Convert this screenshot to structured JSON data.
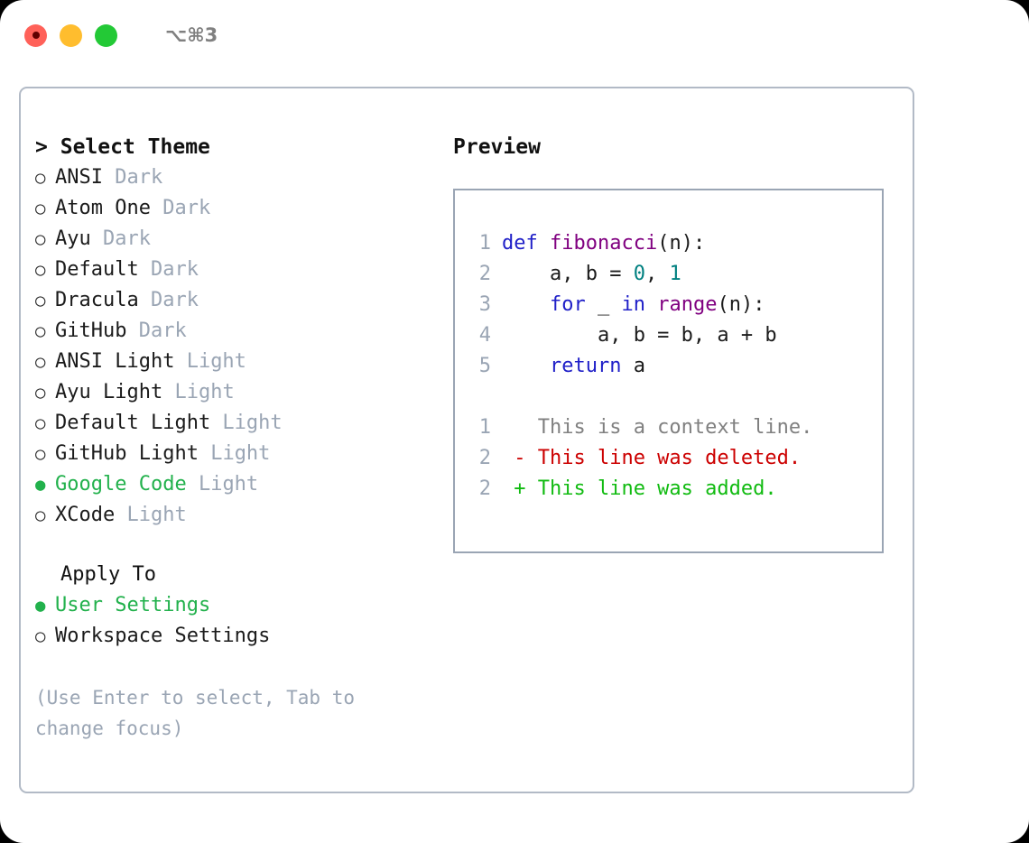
{
  "titlebar": {
    "shortcut": "⌥⌘3",
    "lights": [
      "close-light",
      "minimize-light",
      "maximize-light"
    ]
  },
  "left": {
    "heading_caret": ">",
    "heading": "Select Theme",
    "themes": [
      {
        "marker": "○",
        "name": "ANSI",
        "kind": "Dark",
        "selected": false
      },
      {
        "marker": "○",
        "name": "Atom One",
        "kind": "Dark",
        "selected": false
      },
      {
        "marker": "○",
        "name": "Ayu",
        "kind": "Dark",
        "selected": false
      },
      {
        "marker": "○",
        "name": "Default",
        "kind": "Dark",
        "selected": false
      },
      {
        "marker": "○",
        "name": "Dracula",
        "kind": "Dark",
        "selected": false
      },
      {
        "marker": "○",
        "name": "GitHub",
        "kind": "Dark",
        "selected": false
      },
      {
        "marker": "○",
        "name": "ANSI Light",
        "kind": "Light",
        "selected": false
      },
      {
        "marker": "○",
        "name": "Ayu Light",
        "kind": "Light",
        "selected": false
      },
      {
        "marker": "○",
        "name": "Default Light",
        "kind": "Light",
        "selected": false
      },
      {
        "marker": "○",
        "name": "GitHub Light",
        "kind": "Light",
        "selected": false
      },
      {
        "marker": "●",
        "name": "Google Code",
        "kind": "Light",
        "selected": true
      },
      {
        "marker": "○",
        "name": "XCode",
        "kind": "Light",
        "selected": false
      }
    ],
    "apply_to_heading": "Apply To",
    "apply_to": [
      {
        "marker": "●",
        "name": "User Settings",
        "selected": true
      },
      {
        "marker": "○",
        "name": "Workspace Settings",
        "selected": false
      }
    ],
    "hint": "(Use Enter to select, Tab to change focus)"
  },
  "right": {
    "preview_title": "Preview",
    "code_lines": [
      {
        "ln": "1",
        "tokens": [
          {
            "t": "def ",
            "c": "kw"
          },
          {
            "t": "fibonacci",
            "c": "fn"
          },
          {
            "t": "(n):",
            "c": "txt"
          }
        ]
      },
      {
        "ln": "2",
        "tokens": [
          {
            "t": "    a, b = ",
            "c": "txt"
          },
          {
            "t": "0",
            "c": "num"
          },
          {
            "t": ", ",
            "c": "txt"
          },
          {
            "t": "1",
            "c": "num"
          }
        ]
      },
      {
        "ln": "3",
        "tokens": [
          {
            "t": "    ",
            "c": "txt"
          },
          {
            "t": "for",
            "c": "kw"
          },
          {
            "t": " _ ",
            "c": "txt"
          },
          {
            "t": "in",
            "c": "kw"
          },
          {
            "t": " ",
            "c": "txt"
          },
          {
            "t": "range",
            "c": "fn"
          },
          {
            "t": "(n):",
            "c": "txt"
          }
        ]
      },
      {
        "ln": "4",
        "tokens": [
          {
            "t": "        a, b = b, a + b",
            "c": "txt"
          }
        ]
      },
      {
        "ln": "5",
        "tokens": [
          {
            "t": "    ",
            "c": "txt"
          },
          {
            "t": "return",
            "c": "kw"
          },
          {
            "t": " a",
            "c": "txt"
          }
        ]
      }
    ],
    "diff_lines": [
      {
        "ln": "1",
        "tokens": [
          {
            "t": "   This is a context line.",
            "c": "ctx"
          }
        ]
      },
      {
        "ln": "2",
        "tokens": [
          {
            "t": " - This line was deleted.",
            "c": "del"
          }
        ]
      },
      {
        "ln": "2",
        "tokens": [
          {
            "t": " + This line was added.",
            "c": "add"
          }
        ]
      }
    ]
  },
  "colors": {
    "accent_green": "#22b14c",
    "muted": "#9aa5b4",
    "keyword": "#2020c8",
    "function": "#800080",
    "number": "#008080",
    "diff_add": "#11bb11",
    "diff_del": "#cc0000",
    "border": "#b2bac6"
  }
}
